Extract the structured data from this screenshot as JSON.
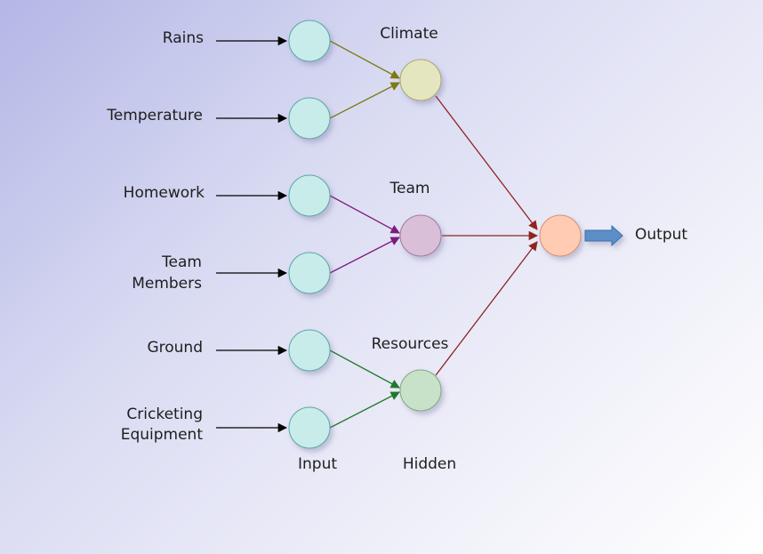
{
  "inputs": {
    "rains": "Rains",
    "temperature": "Temperature",
    "homework": "Homework",
    "team_members": [
      "Team",
      "Members"
    ],
    "ground": "Ground",
    "cricketing_equipment": [
      "Cricketing",
      "Equipment"
    ]
  },
  "hidden": {
    "climate": "Climate",
    "team": "Team",
    "resources": "Resources"
  },
  "layer_labels": {
    "input": "Input",
    "hidden": "Hidden"
  },
  "output_label": "Output",
  "colors": {
    "input_node": "#c8ecea",
    "climate_node": "#e4e6bf",
    "team_node": "#d9bfd8",
    "resources_node": "#c7e2c8",
    "output_node": "#ffcbb3",
    "climate_edge": "#7d7a12",
    "team_edge": "#7e1a7e",
    "resources_edge": "#1f7a28",
    "output_edge": "#8e2420",
    "input_arrow": "#000000",
    "output_arrow": "#5b8fc7"
  }
}
